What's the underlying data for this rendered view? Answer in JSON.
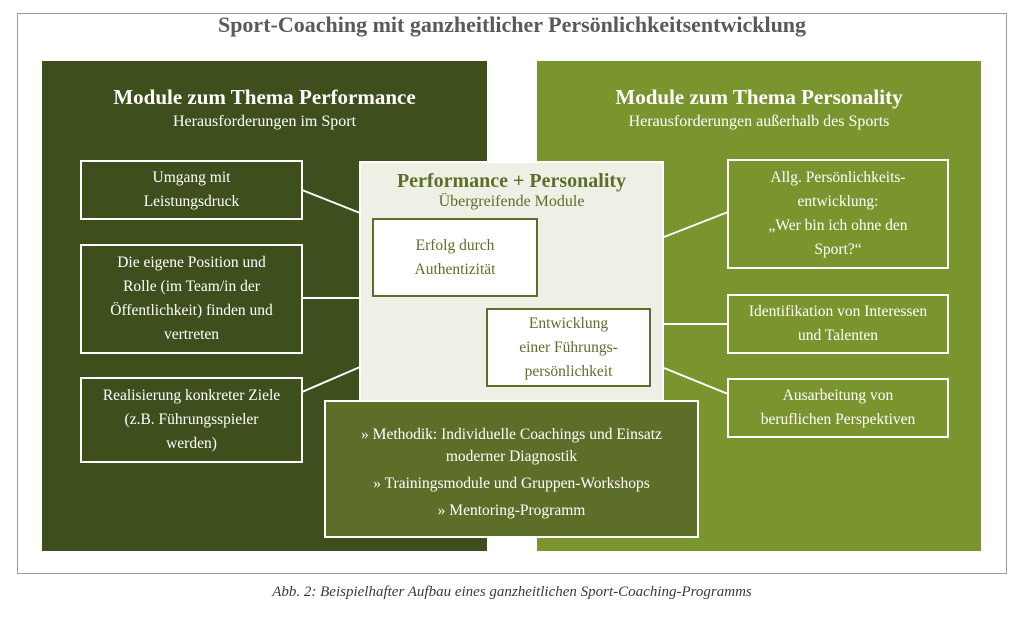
{
  "title": "Sport-Coaching mit ganzheitlicher Persönlichkeitsentwicklung",
  "left": {
    "heading": "Module zum Thema Performance",
    "subheading": "Herausforderungen im Sport",
    "boxes": [
      {
        "lines": [
          "Umgang mit",
          "Leistungsdruck"
        ]
      },
      {
        "lines": [
          "Die eigene Position und",
          "Rolle (im Team/in der",
          "Öffentlichkeit) finden und",
          "vertreten"
        ]
      },
      {
        "lines": [
          "Realisierung konkreter Ziele",
          "(z.B. Führungsspieler",
          "werden)"
        ]
      }
    ]
  },
  "right": {
    "heading": "Module zum Thema Personality",
    "subheading": "Herausforderungen außerhalb des Sports",
    "boxes": [
      {
        "lines": [
          "Allg. Persönlichkeits-",
          "entwicklung:",
          "„Wer bin ich ohne den",
          "Sport?“"
        ]
      },
      {
        "lines": [
          "Identifikation von Interessen",
          "und Talenten"
        ]
      },
      {
        "lines": [
          "Ausarbeitung von",
          "beruflichen Perspektiven"
        ]
      }
    ]
  },
  "center": {
    "heading": "Performance + Personality",
    "subheading": "Übergreifende Module",
    "box1": {
      "lines": [
        "Erfolg durch",
        "Authentizität"
      ]
    },
    "box2": {
      "lines": [
        "Entwicklung",
        "einer Führungs-",
        "persönlichkeit"
      ]
    }
  },
  "bottom": {
    "items": [
      "» Methodik: Individuelle Coachings und Einsatz",
      "moderner Diagnostik",
      "» Trainingsmodule und Gruppen-Workshops",
      "» Mentoring-Programm"
    ]
  },
  "caption": "Abb. 2: Beispielhafter Aufbau eines ganzheitlichen Sport-Coaching-Programms",
  "colors": {
    "dark_green": "#3e4f1d",
    "light_green": "#7a942e",
    "mid_green": "#5c6e28",
    "center_bg": "#eef0e5"
  }
}
